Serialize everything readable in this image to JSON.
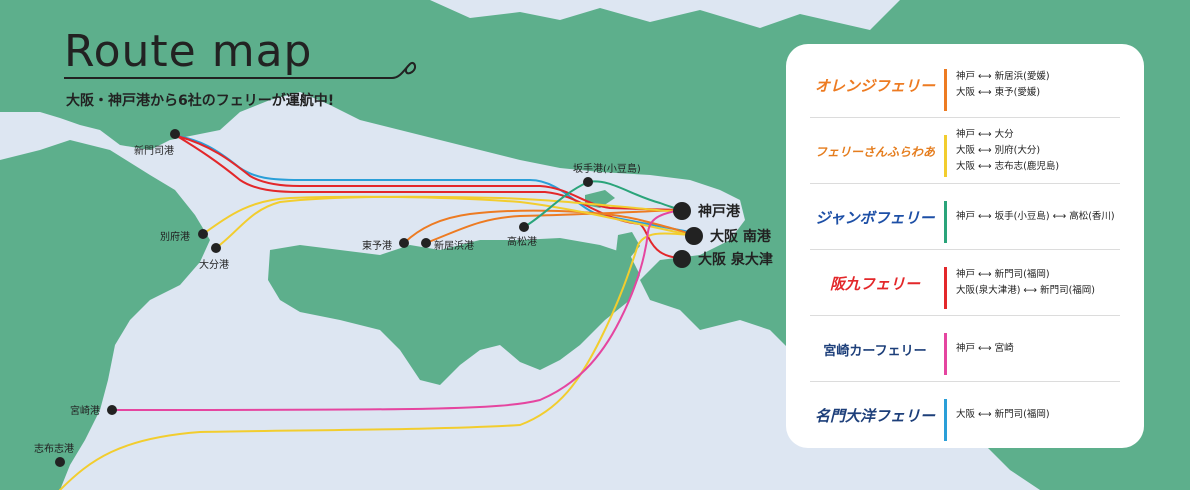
{
  "title": "Route map",
  "subtitle": "大阪・神戸港から6社のフェリーが運航中!",
  "colors": {
    "sea": "#dde6f2",
    "land": "#5daf8c",
    "orange": "#ed7b22",
    "yellow": "#f2cd2e",
    "green": "#2aa47a",
    "red": "#e3272a",
    "pink": "#e545a0",
    "blue": "#2a9fd8"
  },
  "ports": {
    "shinmojiko": "新門司港",
    "beppu": "別府港",
    "oita": "大分港",
    "toyo": "東予港",
    "niihama": "新居浜港",
    "takamatsu": "高松港",
    "sakate": "坂手港(小豆島)",
    "kobe": "神戸港",
    "osaka_nanko": "大阪 南港",
    "osaka_izumiotsu": "大阪 泉大津",
    "miyazaki": "宮崎港",
    "shibushi": "志布志港"
  },
  "legend": [
    {
      "company": "オレンジフェリー",
      "color": "#ed7b22",
      "routes": [
        "神戸 ⟷ 新居浜(愛媛)",
        "大阪 ⟷ 東予(愛媛)"
      ]
    },
    {
      "company": "フェリーさんふらわあ",
      "color": "#f2cd2e",
      "routes": [
        "神戸 ⟷ 大分",
        "大阪 ⟷ 別府(大分)",
        "大阪 ⟷ 志布志(鹿児島)"
      ]
    },
    {
      "company": "ジャンボフェリー",
      "color": "#2aa47a",
      "routes": [
        "神戸 ⟷ 坂手(小豆島) ⟷ 高松(香川)"
      ]
    },
    {
      "company": "阪九フェリー",
      "color": "#e3272a",
      "routes": [
        "神戸 ⟷ 新門司(福岡)",
        "大阪(泉大津港) ⟷ 新門司(福岡)"
      ]
    },
    {
      "company": "宮崎カーフェリー",
      "color": "#e545a0",
      "routes": [
        "神戸 ⟷ 宮崎"
      ]
    },
    {
      "company": "名門大洋フェリー",
      "color": "#2a9fd8",
      "routes": [
        "大阪 ⟷ 新門司(福岡)"
      ]
    }
  ]
}
